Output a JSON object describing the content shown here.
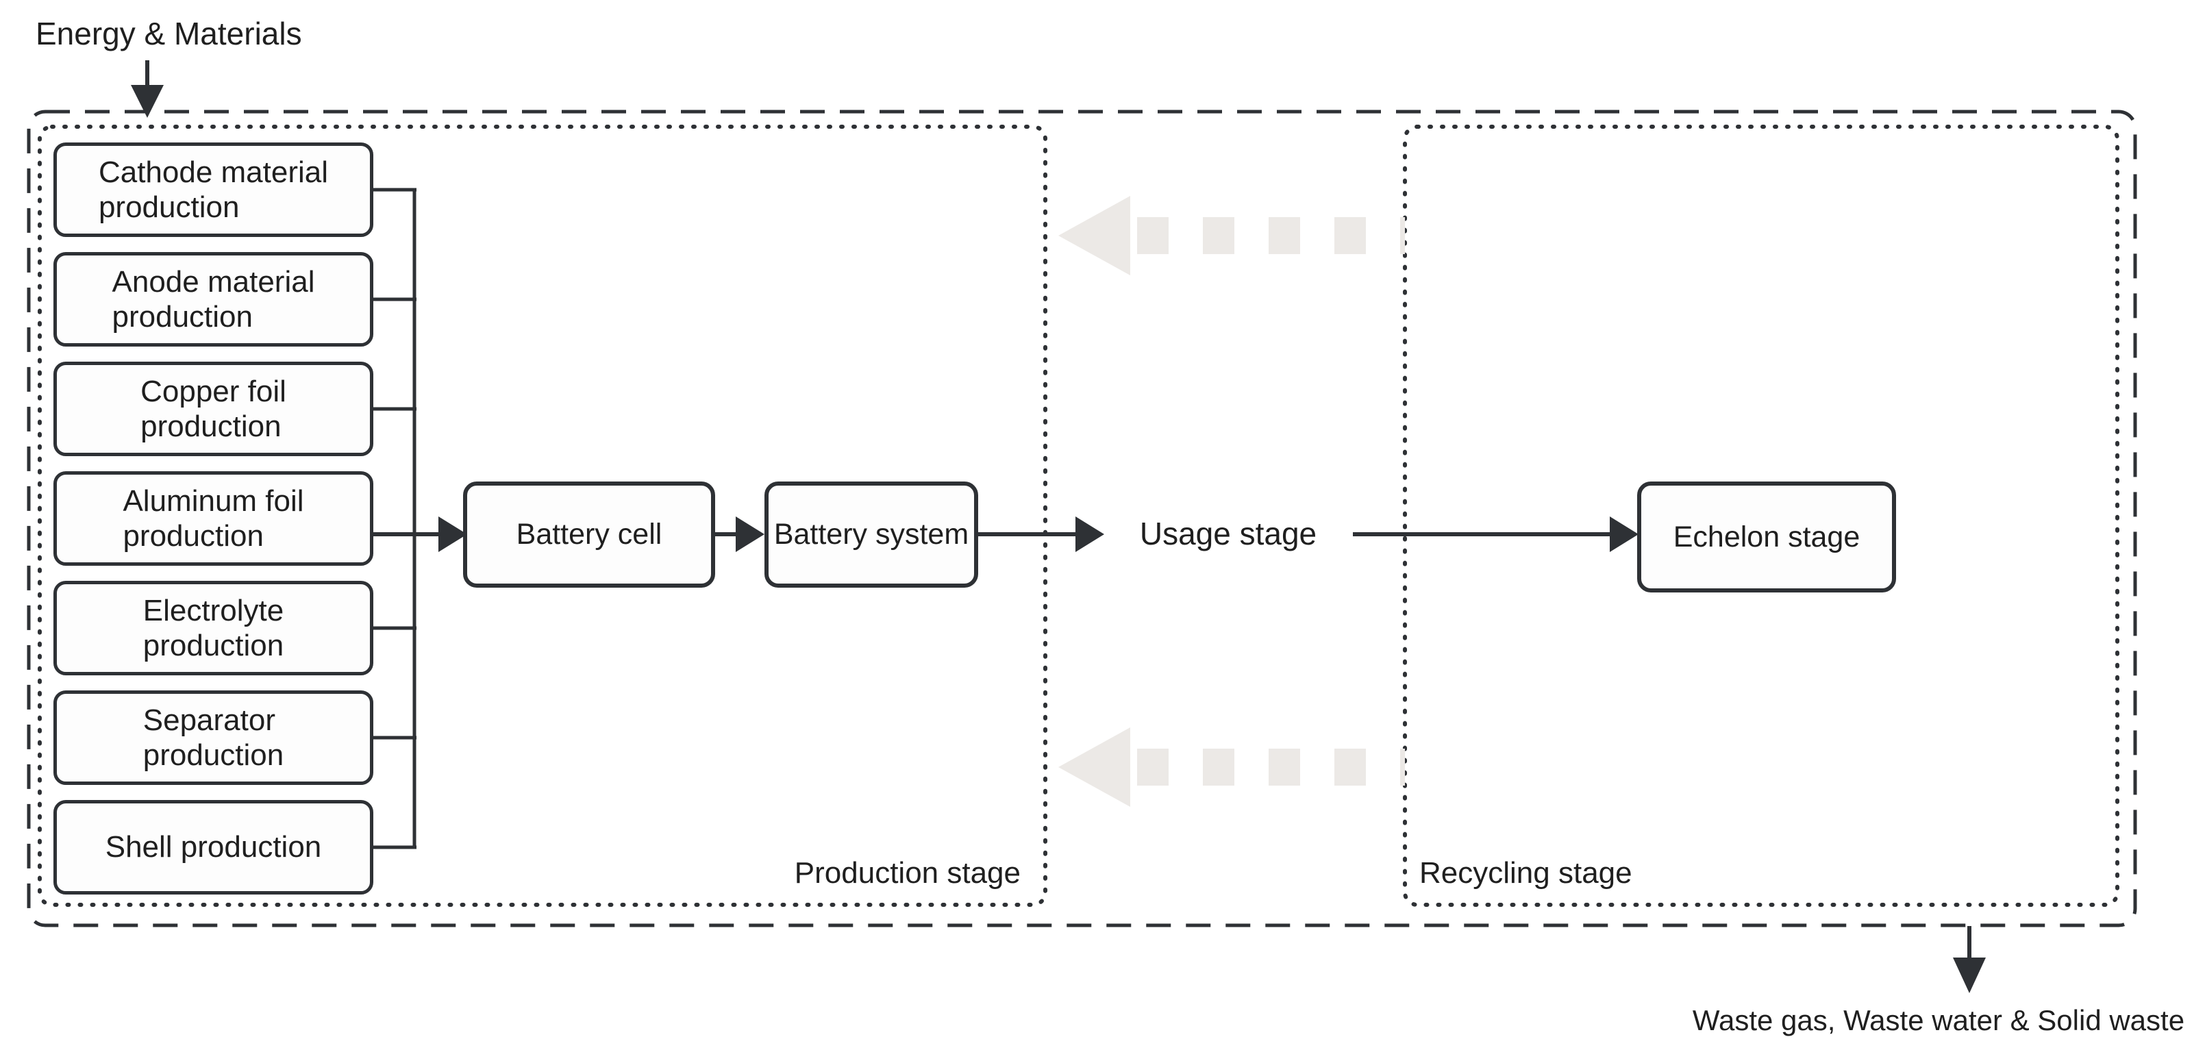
{
  "diagram": {
    "energy_input_label": "Energy & Materials",
    "waste_output_label": "Waste gas, Waste water & Solid waste",
    "production_stage": {
      "label": "Production stage",
      "material_processes": [
        "Cathode material\nproduction",
        "Anode material\nproduction",
        "Copper foil\nproduction",
        "Aluminum foil\nproduction",
        "Electrolyte\nproduction",
        "Separator\nproduction",
        "Shell production"
      ],
      "assembly_steps": [
        "Battery cell",
        "Battery system"
      ]
    },
    "usage_stage_label": "Usage stage",
    "recycling_stage": {
      "label": "Recycling stage",
      "processes": [
        "Echelon stage"
      ]
    },
    "colors": {
      "line": "#2e3135",
      "faded_return_arrow": "#ece9e6",
      "text": "#1f1f1f",
      "background": "#ffffff"
    }
  }
}
